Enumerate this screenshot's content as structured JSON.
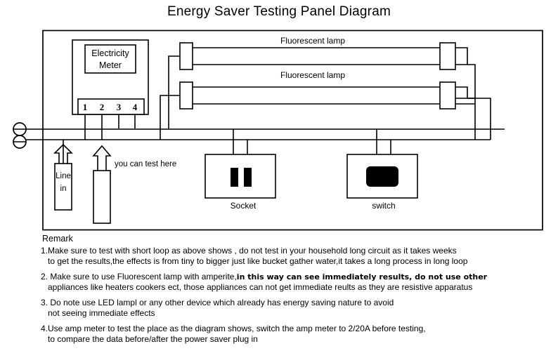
{
  "title": "Energy Saver Testing Panel Diagram",
  "diagram": {
    "meter": {
      "label_line1": "Electricity",
      "label_line2": "Meter",
      "terminals": [
        "1",
        "2",
        "3",
        "4"
      ]
    },
    "lamps": [
      {
        "label": "Fluorescent lamp"
      },
      {
        "label": "Fluorescent lamp"
      }
    ],
    "line_in": {
      "label_line1": "Line",
      "label_line2": "in"
    },
    "test_point": {
      "note": "you can test here"
    },
    "socket": {
      "label": "Socket"
    },
    "switch": {
      "label": "switch"
    }
  },
  "remarks": {
    "heading": "Remark",
    "items": [
      {
        "number": "1.",
        "lines": [
          "1.Make sure to test with short loop as above shows , do not test in your household long circuit as it takes weeks",
          "to get the results,the effects is from tiny to bigger just like bucket gather water,it takes a long process in long loop"
        ]
      },
      {
        "number": "2.",
        "lines": [
          "2. Make sure to use Fluorescent lamp with amperite,",
          "in this way can see immediately results, do not use other",
          "appliances like heaters cookers ect, those appliances can not get immediate reults as they are resistive apparatus"
        ]
      },
      {
        "number": "3.",
        "lines": [
          "3. Do note use LED lampl or any other device which already has energy saving nature to avoid",
          "not seeing immediate effects"
        ]
      },
      {
        "number": "4.",
        "lines": [
          "4.Use amp meter to test the place as the diagram shows, switch the amp meter to 2/20A before testing,",
          "to compare the data before/after the power saver plug in"
        ]
      }
    ]
  }
}
